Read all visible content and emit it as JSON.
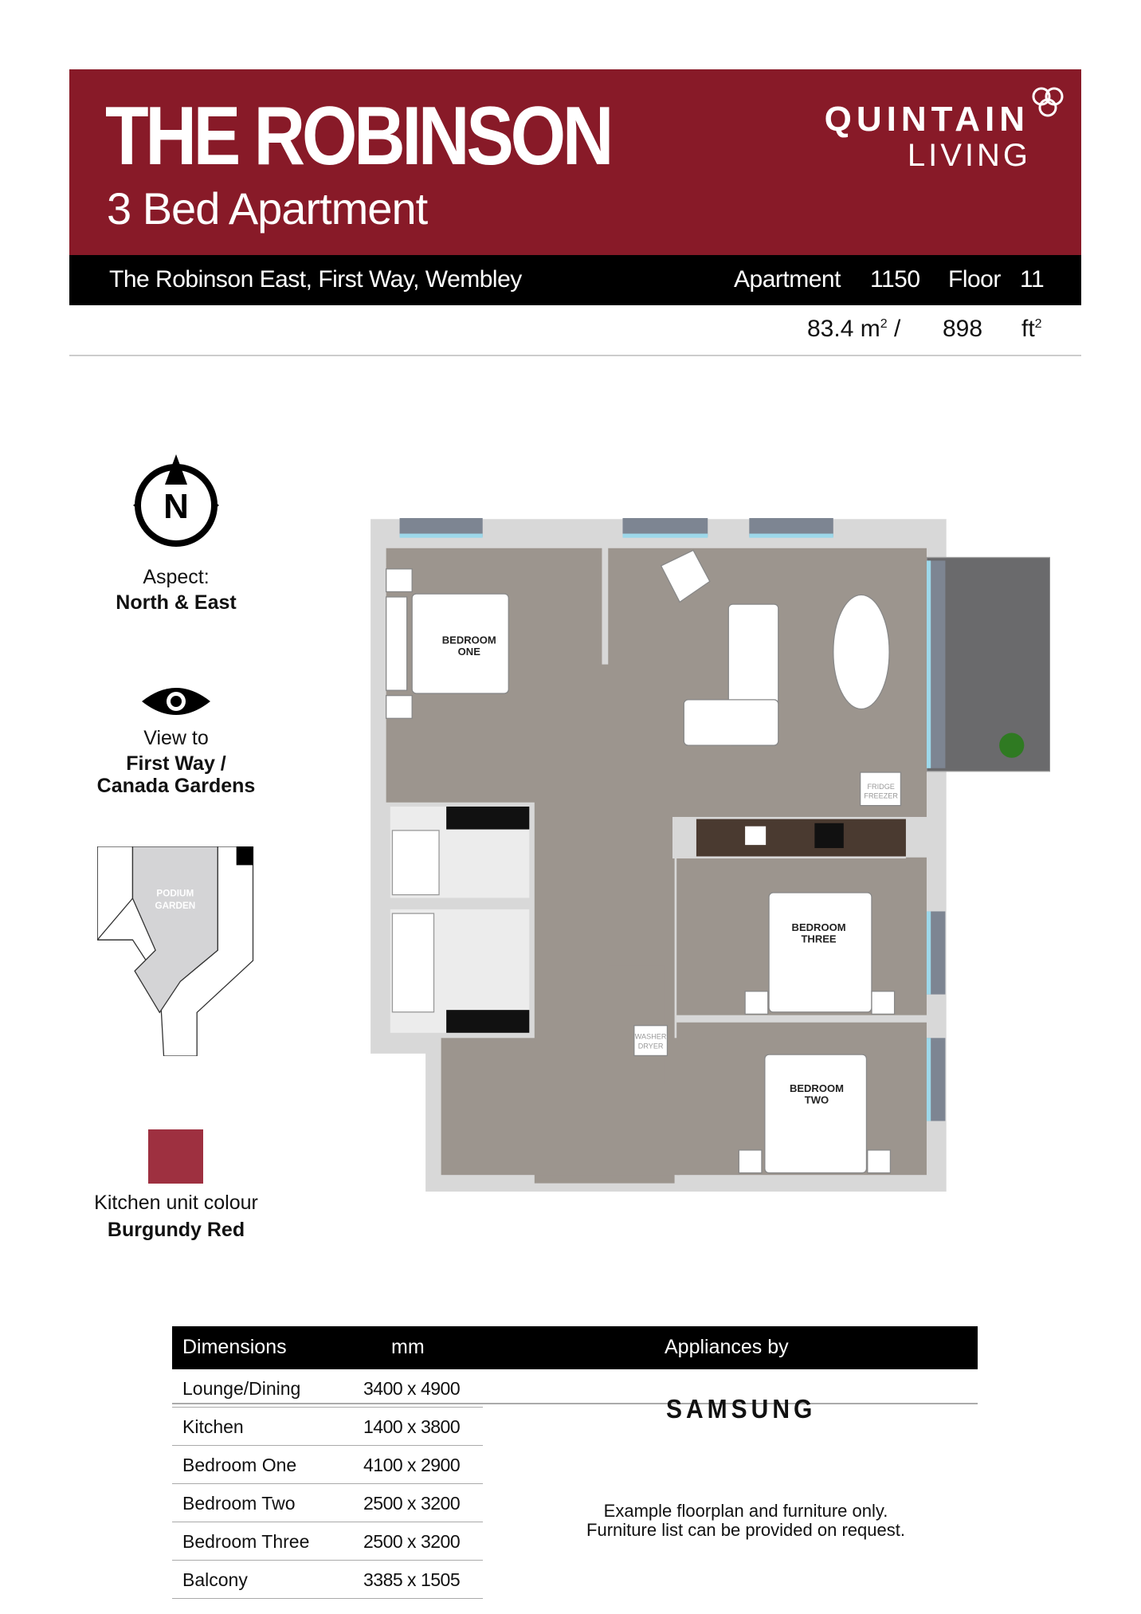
{
  "header": {
    "title": "THE ROBINSON",
    "subtitle": "3 Bed Apartment",
    "logo_line1": "QUINTAIN",
    "logo_line2": "LIVING",
    "brand_color": "#881a28"
  },
  "info_bar": {
    "address": "The Robinson East, First Way, Wembley",
    "apartment_label": "Apartment",
    "apartment_number": "1150",
    "floor_label": "Floor",
    "floor_number": "11"
  },
  "area": {
    "sqm": "83.4",
    "sqm_unit": "m",
    "separator": "/",
    "sqft": "898",
    "sqft_unit": "ft",
    "exponent": "2"
  },
  "aspect": {
    "label": "Aspect:",
    "value": "North & East",
    "compass_letter": "N"
  },
  "view": {
    "label": "View to",
    "line1": "First Way /",
    "line2": "Canada Gardens"
  },
  "site_plan": {
    "label_line1": "PODIUM",
    "label_line2": "GARDEN"
  },
  "kitchen": {
    "label": "Kitchen unit colour",
    "value": "Burgundy Red",
    "swatch_color": "#9e3040"
  },
  "floorplan": {
    "bedroom_one": [
      "BEDROOM",
      "ONE"
    ],
    "bedroom_two": [
      "BEDROOM",
      "TWO"
    ],
    "bedroom_three": [
      "BEDROOM",
      "THREE"
    ],
    "fridge": [
      "FRIDGE",
      "FREEZER"
    ],
    "washer": [
      "WASHER",
      "DRYER"
    ]
  },
  "table": {
    "col1": "Dimensions",
    "col2": "mm",
    "col3": "Appliances by",
    "brand": "SAMSUNG",
    "rows": [
      {
        "name": "Lounge/Dining",
        "value": "3400 x 4900"
      },
      {
        "name": "Kitchen",
        "value": "1400 x 3800"
      },
      {
        "name": "Bedroom One",
        "value": "4100 x 2900"
      },
      {
        "name": "Bedroom Two",
        "value": "2500 x 3200"
      },
      {
        "name": "Bedroom Three",
        "value": "2500 x 3200"
      },
      {
        "name": "Balcony",
        "value": "3385 x 1505"
      }
    ],
    "note_line1": "Example floorplan and furniture only.",
    "note_line2": "Furniture list can be provided on request."
  }
}
